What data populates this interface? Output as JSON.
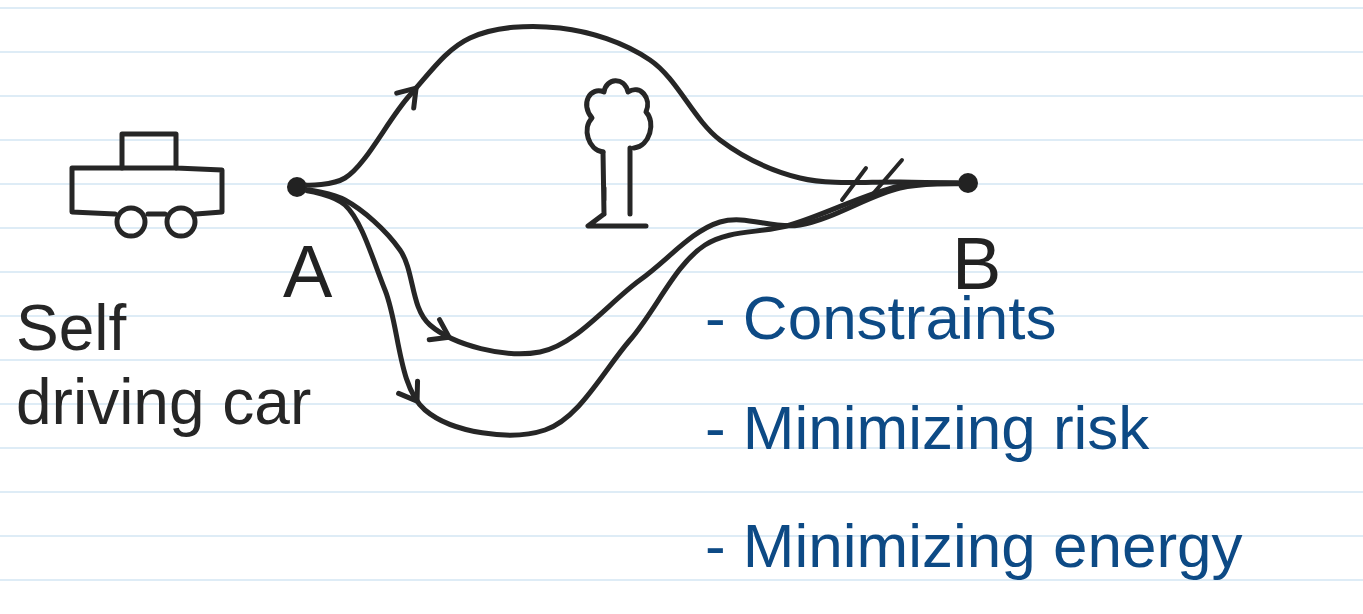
{
  "diagram": {
    "nodes": [
      {
        "text": [
          "A"
        ]
      },
      {
        "text": [
          "B"
        ]
      }
    ],
    "edges": [
      {
        "from": 0,
        "to": 1,
        "arrow": "to"
      },
      {
        "from": 0,
        "to": 1,
        "arrow": "to"
      },
      {
        "from": 0,
        "to": 1,
        "arrow": "to"
      }
    ],
    "labels": [
      "Self driving car",
      "- Constraints",
      "- Minimizing risk",
      "- Minimizing energy"
    ]
  }
}
